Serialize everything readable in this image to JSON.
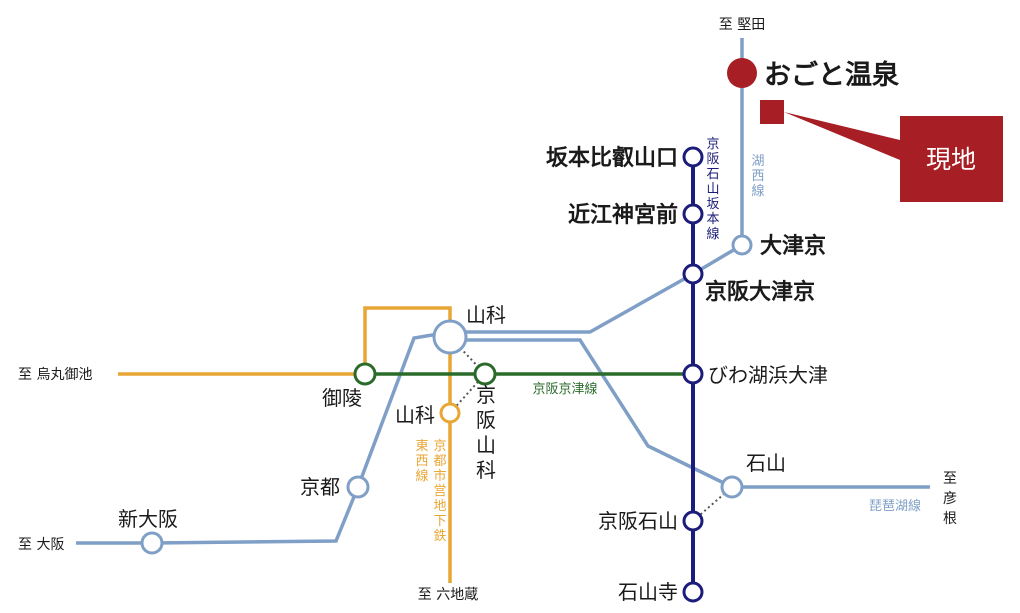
{
  "colors": {
    "keihan": "#1c1c7a",
    "jr": "#7f9fc6",
    "subway_tozai": "#e8a635",
    "keihan_keishin": "#2a6b2a",
    "site": "#a81e25",
    "text": "#1a1a1a"
  },
  "destinations": {
    "katata": "至 堅田",
    "karasuma_oike": "至 烏丸御池",
    "osaka": "至 大阪",
    "rokujizo": "至 六地蔵",
    "hikone": "至 彦根"
  },
  "site": {
    "name": "おごと温泉",
    "callout": "現地"
  },
  "lines": {
    "keihan_ishiyama_sakamoto": "京阪石山坂本線",
    "kosei": "湖西線",
    "keihan_keishin": "京阪京津線",
    "tozai": "京都市営地下鉄東西線",
    "biwako": "琵琶湖線"
  },
  "stations": {
    "sakamoto_hieizanguchi": "坂本比叡山口",
    "omi_jingumae": "近江神宮前",
    "otsukyo": "大津京",
    "keihan_otsukyo": "京阪大津京",
    "yamashina_jr": "山科",
    "misasagi": "御陵",
    "biwako_hamaotsu": "びわ湖浜大津",
    "yamashina_subway": "山科",
    "keihan_yamashina": "京阪山科",
    "kyoto": "京都",
    "ishiyama": "石山",
    "shin_osaka": "新大阪",
    "keihan_ishiyama": "京阪石山",
    "ishiyamadera": "石山寺"
  }
}
